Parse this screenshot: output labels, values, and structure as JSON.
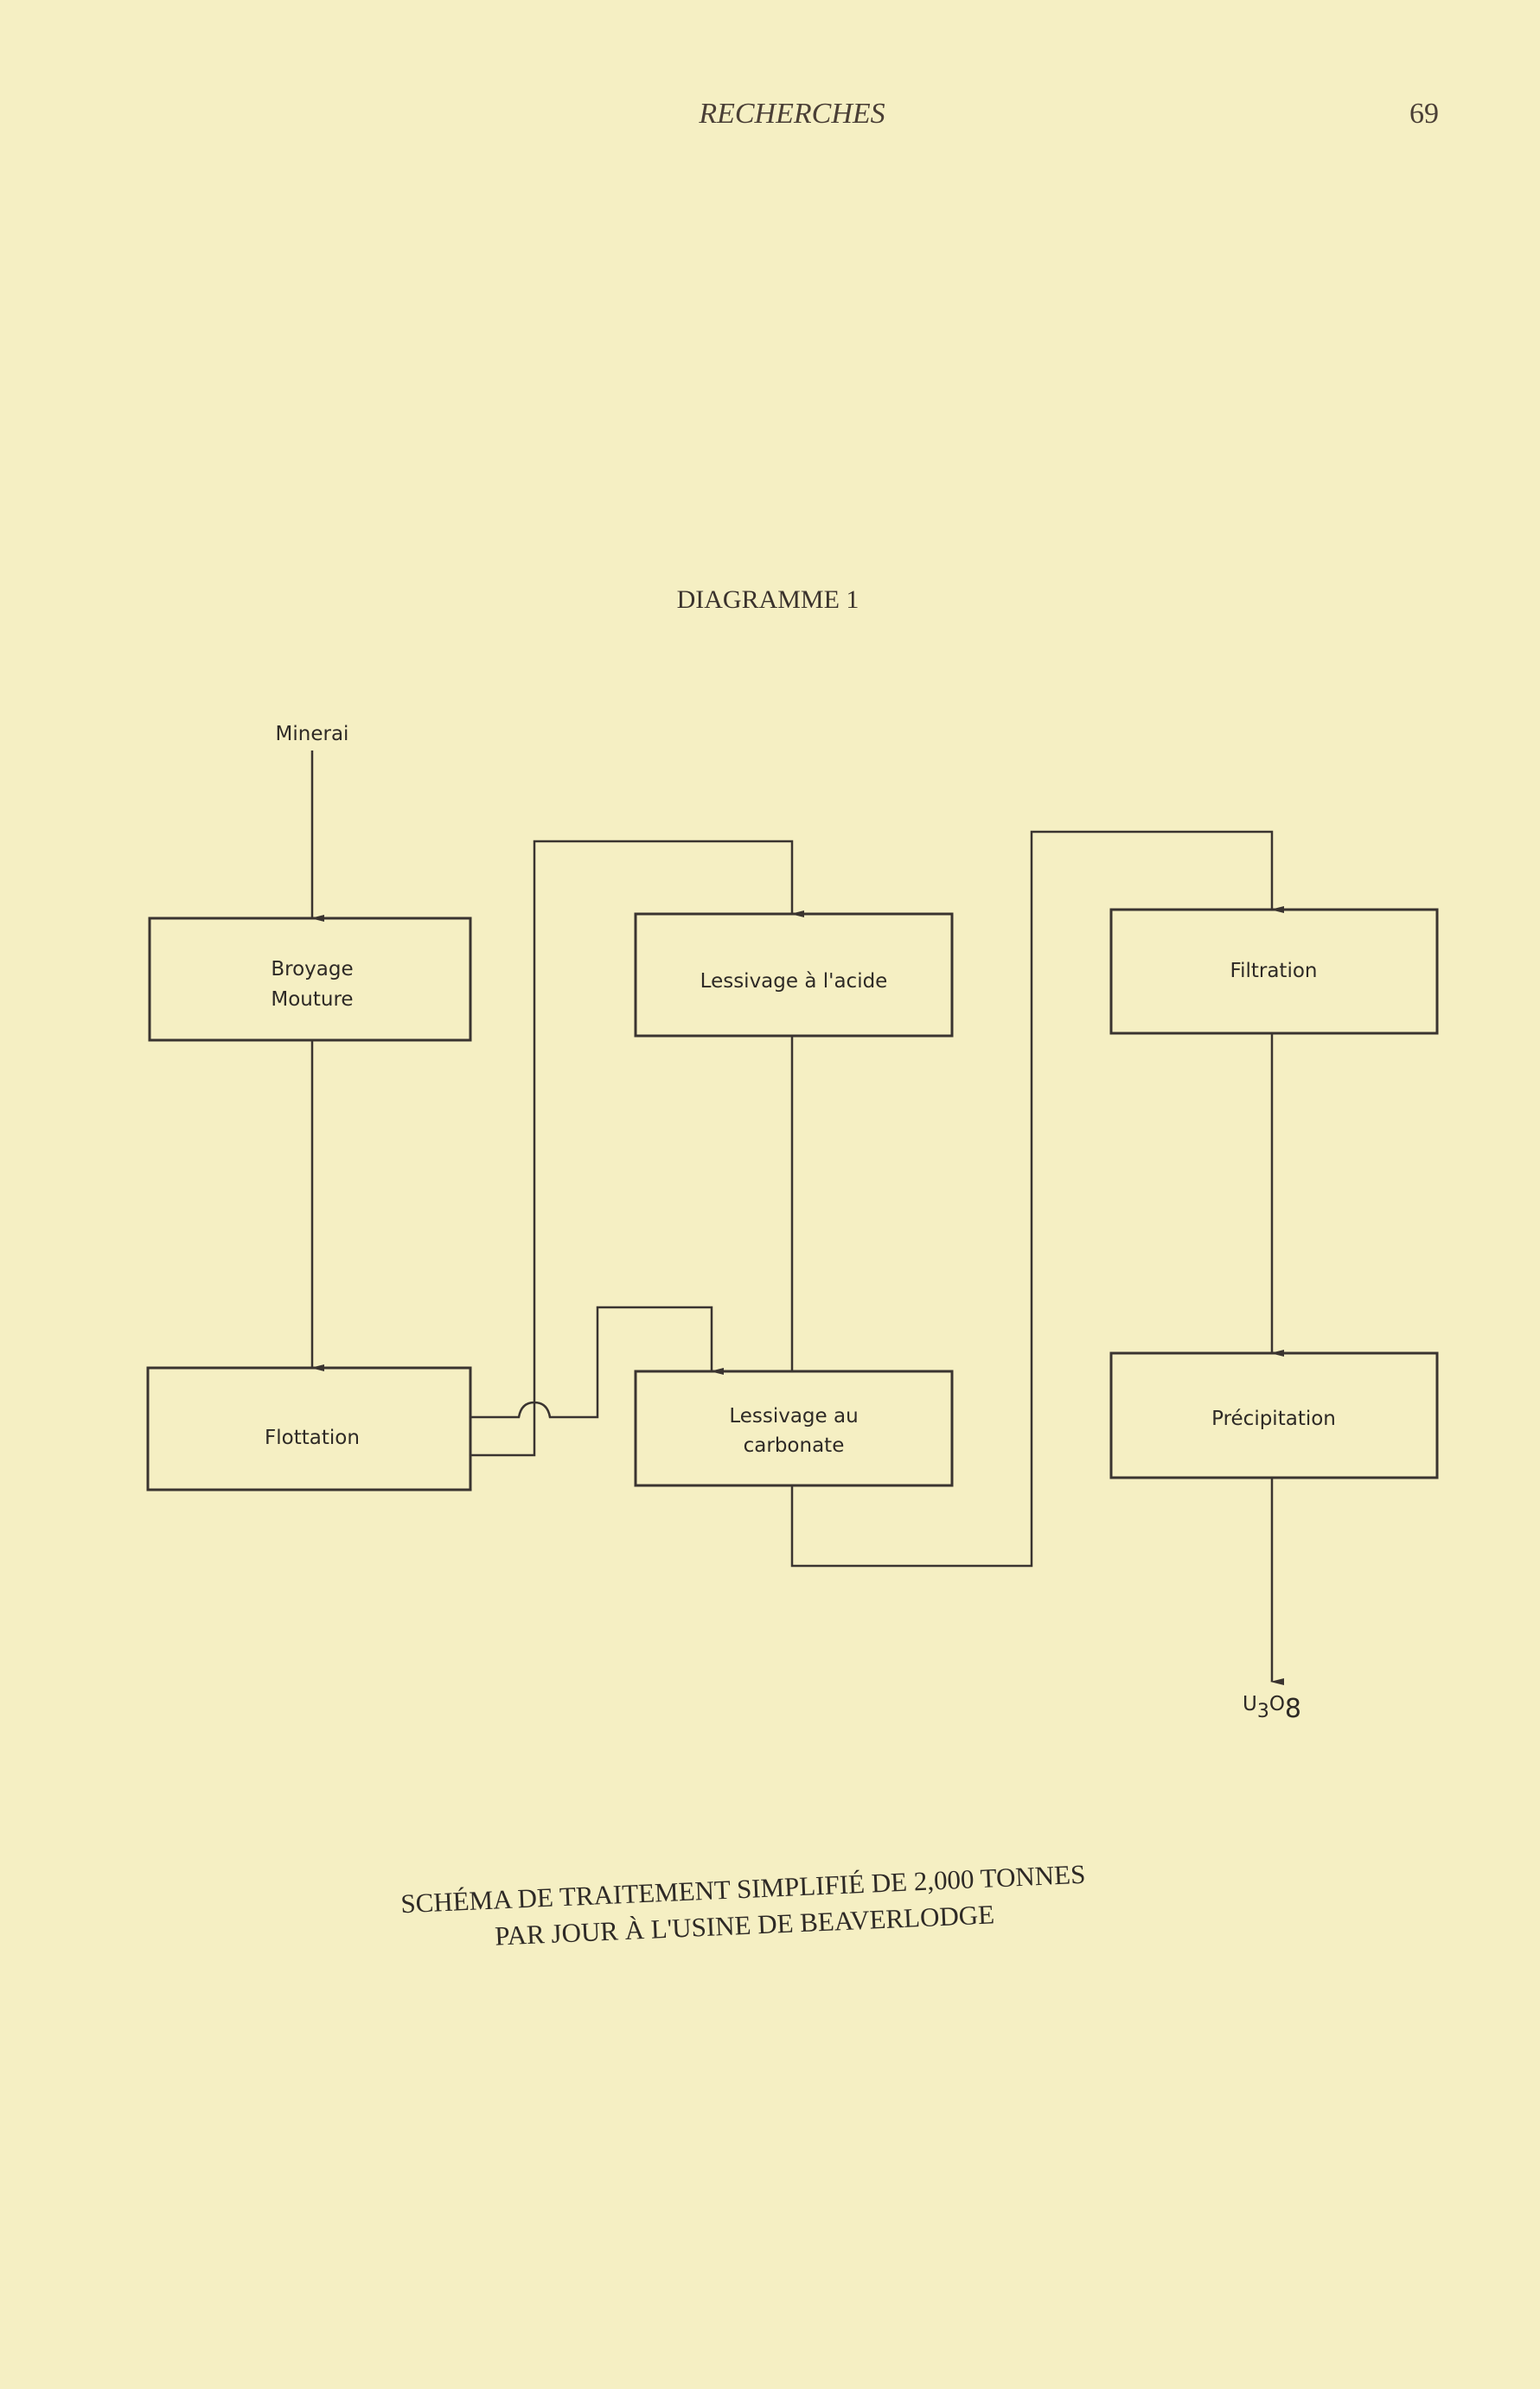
{
  "header": {
    "running_title": "RECHERCHES",
    "page_number": "69"
  },
  "diagram": {
    "title": "DIAGRAMME 1",
    "input_label": "Minerai",
    "boxes": {
      "broyage": [
        "Broyage",
        "Mouture"
      ],
      "flottation": "Flottation",
      "lessivage_acide": "Lessivage à l'acide",
      "lessivage_carbonate": [
        "Lessivage au",
        "carbonate"
      ],
      "filtration": "Filtration",
      "precipitation": "Précipitation"
    },
    "output": {
      "base": "U",
      "sub1": "3",
      "mid": "O",
      "sub2": "8"
    }
  },
  "caption": {
    "line1": "SCHÉMA DE TRAITEMENT SIMPLIFIÉ DE 2,000 TONNES",
    "line2": "PAR JOUR À L'USINE DE BEAVERLODGE"
  }
}
